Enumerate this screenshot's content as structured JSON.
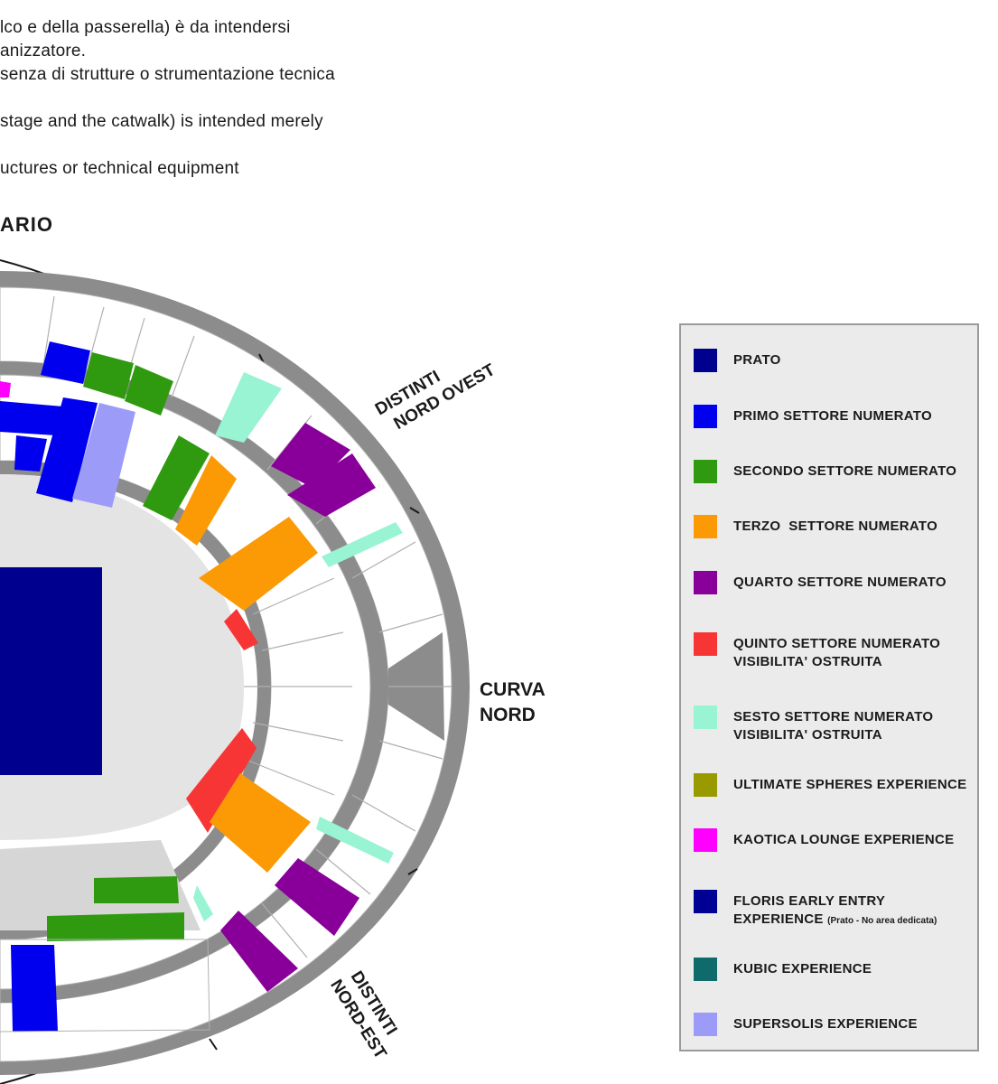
{
  "notes": {
    "lines": [
      "lco e della passerella) è da intendersi",
      "anizzatore.",
      "senza di strutture o strumentazione tecnica",
      "stage and the catwalk) is intended merely",
      "uctures or technical equipment"
    ],
    "side_label": "ARIO"
  },
  "map_labels": {
    "distinti_nord_ovest": [
      "DISTINTI",
      "NORD OVEST"
    ],
    "curva_nord": [
      "CURVA",
      "NORD"
    ],
    "distinti_nord_est": [
      "DISTINTI",
      "NORD-EST"
    ]
  },
  "colors": {
    "prato": "#00008f",
    "primo": "#0000ee",
    "secondo": "#2f9a10",
    "terzo": "#fb9a05",
    "quarto": "#880099",
    "quinto": "#f73535",
    "sesto": "#98f4d3",
    "ultimate": "#999900",
    "kaotica": "#ff00ff",
    "floris": "#000094",
    "kubic": "#0f6b6b",
    "supersolis": "#9c9cf8",
    "structure_gray": "#8c8c8c",
    "floor_gray": "#e4e4e4"
  },
  "legend": [
    {
      "key": "prato",
      "label": "PRATO",
      "color": "#00008f"
    },
    {
      "key": "primo",
      "label": "PRIMO SETTORE NUMERATO",
      "color": "#0000ee"
    },
    {
      "key": "secondo",
      "label": "SECONDO SETTORE NUMERATO",
      "color": "#2f9a10"
    },
    {
      "key": "terzo",
      "label": "TERZO  SETTORE NUMERATO",
      "color": "#fb9a05"
    },
    {
      "key": "quarto",
      "label": "QUARTO SETTORE NUMERATO",
      "color": "#880099"
    },
    {
      "key": "quinto",
      "label": "QUINTO SETTORE NUMERATO",
      "label2": "VISIBILITA' OSTRUITA",
      "color": "#f73535"
    },
    {
      "key": "sesto",
      "label": "SESTO SETTORE NUMERATO",
      "label2": "VISIBILITA' OSTRUITA",
      "color": "#98f4d3"
    },
    {
      "key": "ultimate",
      "label": "ULTIMATE SPHERES EXPERIENCE",
      "color": "#999900"
    },
    {
      "key": "kaotica",
      "label": "KAOTICA LOUNGE EXPERIENCE",
      "color": "#ff00ff"
    },
    {
      "key": "floris",
      "label": "FLORIS EARLY ENTRY",
      "label2": "EXPERIENCE",
      "label2_small": "(Prato - No area dedicata)",
      "color": "#000094"
    },
    {
      "key": "kubic",
      "label": "KUBIC EXPERIENCE",
      "color": "#0f6b6b"
    },
    {
      "key": "supersolis",
      "label": "SUPERSOLIS EXPERIENCE",
      "color": "#9c9cf8"
    }
  ]
}
